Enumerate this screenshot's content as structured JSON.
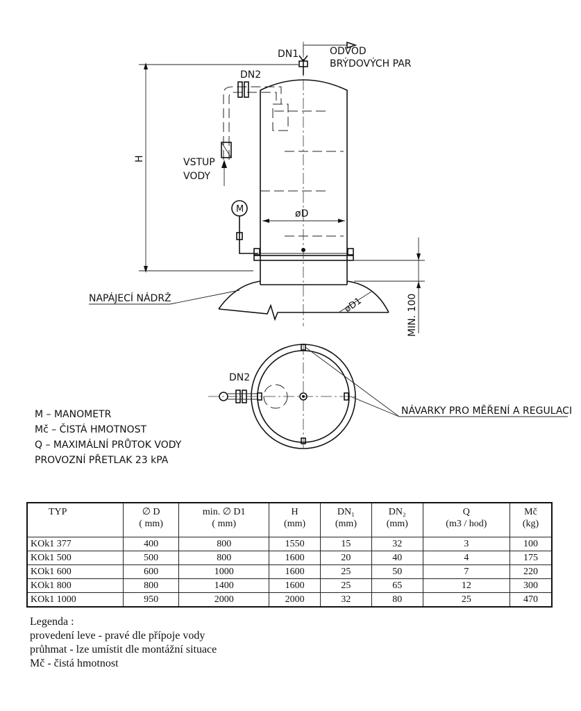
{
  "drawing": {
    "dn1": "DN1",
    "dn2_side": "DN2",
    "dn2_plan": "DN2",
    "odvod_line1": "ODVOD",
    "odvod_line2": "BRÝDOVÝCH PAR",
    "vstup_line1": "VSTUP",
    "vstup_line2": "VODY",
    "height_label": "H",
    "diameter_label": "øD",
    "diameter1_label": "øD1",
    "manometer_symbol": "M",
    "min_label": "MIN. 100",
    "napajeci": "NAPÁJECÍ NÁDRŽ",
    "navarky": "NÁVARKY PRO MĚŘENÍ A REGULACI"
  },
  "legend_top": [
    "M – MANOMETR",
    "Mč – ČISTÁ HMOTNOST",
    "Q – MAXIMÁLNÍ PRŮTOK VODY",
    "PROVOZNÍ PŘETLAK 23 kPA"
  ],
  "table": {
    "headers": [
      {
        "line1": "TYP",
        "line2": ""
      },
      {
        "line1": "∅ D",
        "line2": "( mm)"
      },
      {
        "line1": "min. ∅ D1",
        "line2": "( mm)"
      },
      {
        "line1": "H",
        "line2": "(mm)"
      },
      {
        "line1": "DN₁",
        "line2": "(mm)"
      },
      {
        "line1": "DN₂",
        "line2": "(mm)"
      },
      {
        "line1": "Q",
        "line2": "(m3 / hod)"
      },
      {
        "line1": "Mč",
        "line2": "(kg)"
      }
    ],
    "rows": [
      [
        "KOk1 377",
        "400",
        "800",
        "1550",
        "15",
        "32",
        "3",
        "100"
      ],
      [
        "KOk1 500",
        "500",
        "800",
        "1600",
        "20",
        "40",
        "4",
        "175"
      ],
      [
        "KOk1 600",
        "600",
        "1000",
        "1600",
        "25",
        "50",
        "7",
        "220"
      ],
      [
        "KOk1 800",
        "800",
        "1400",
        "1600",
        "25",
        "65",
        "12",
        "300"
      ],
      [
        "KOk1 1000",
        "950",
        "2000",
        "2000",
        "32",
        "80",
        "25",
        "470"
      ]
    ]
  },
  "legend_bottom": {
    "title": "Legenda :",
    "lines": [
      "provedení leve - pravé dle přípoje vody",
      "průhmat - lze umístit dle montážní situace",
      "Mč - čistá hmotnost"
    ]
  }
}
